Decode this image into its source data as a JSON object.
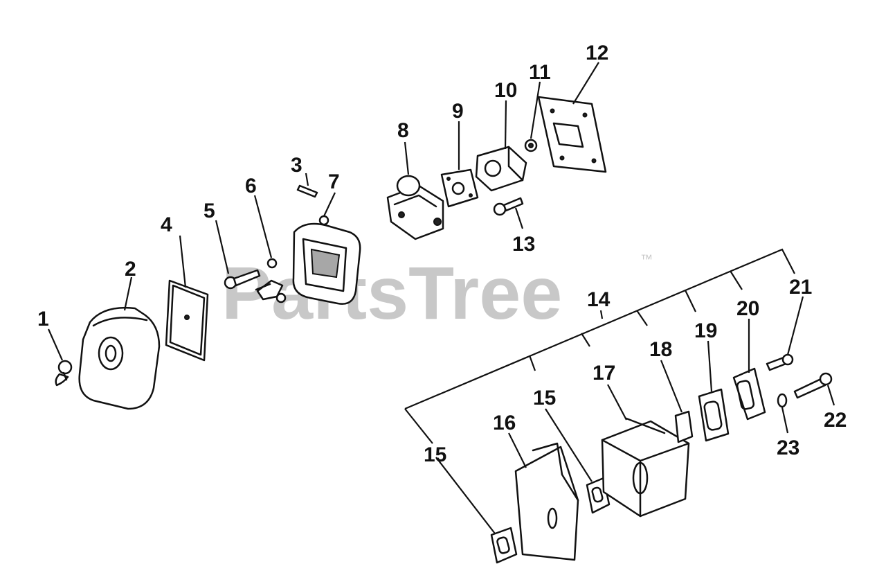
{
  "watermark": {
    "brand": "PartsTree",
    "trademark": "™"
  },
  "callouts": [
    "1",
    "2",
    "3",
    "4",
    "5",
    "6",
    "7",
    "8",
    "9",
    "10",
    "11",
    "12",
    "13",
    "14",
    "15",
    "15",
    "15",
    "16",
    "17",
    "18",
    "19",
    "20",
    "21",
    "22",
    "23"
  ]
}
